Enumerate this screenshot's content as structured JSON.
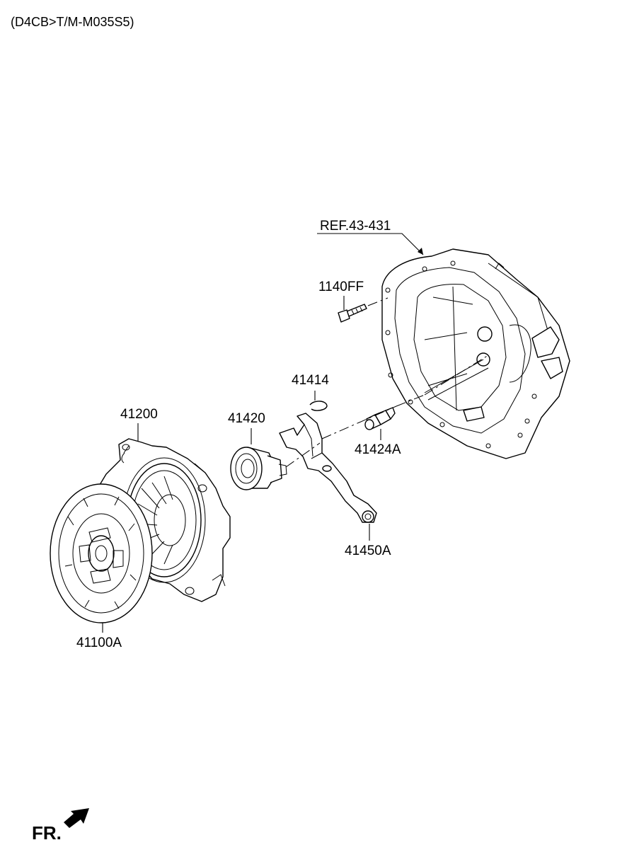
{
  "header": {
    "model_code": "(D4CB>T/M-M035S5)"
  },
  "labels": {
    "ref": "REF.43-431",
    "bolt": "1140FF",
    "clip": "41414",
    "bearing": "41420",
    "cover": "41200",
    "fitting": "41424A",
    "fork": "41450A",
    "disc": "41100A"
  },
  "footer": {
    "direction": "FR."
  }
}
